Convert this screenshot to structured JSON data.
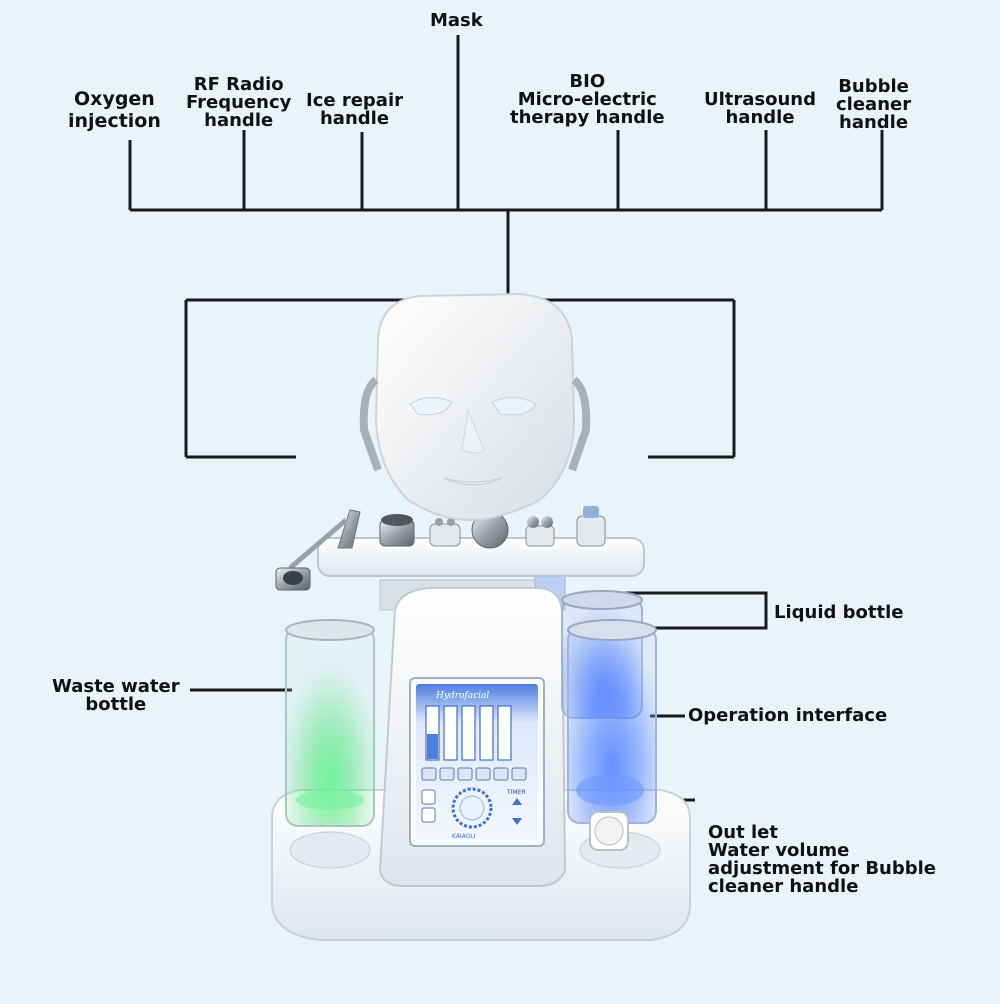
{
  "labels": {
    "mask": "Mask",
    "oxygen": "Oxygen\ninjection",
    "rf": "RF Radio\nFrequency\nhandle",
    "ice": "Ice repair\nhandle",
    "bio": "BIO\nMicro-electric\ntherapy handle",
    "ultrasound": "Ultrasound\nhandle",
    "bubble": "Bubble\ncleaner\nhandle",
    "liquid": "Liquid bottle",
    "waste": "Waste water\nbottle",
    "operation": "Operation interface",
    "outlet": "Out let\nWater volume\nadjustment for Bubble\ncleaner handle"
  },
  "screen": {
    "brand": "Hydrofacial",
    "timer": "TIMER",
    "brand_footer": "KAIAOLI"
  },
  "colors": {
    "line": "#1a1a1a",
    "body": "#f4f7f9",
    "green_glow": "#56e07a",
    "blue_glow": "#4a7cff",
    "screen_blue": "#3d6fd6"
  }
}
